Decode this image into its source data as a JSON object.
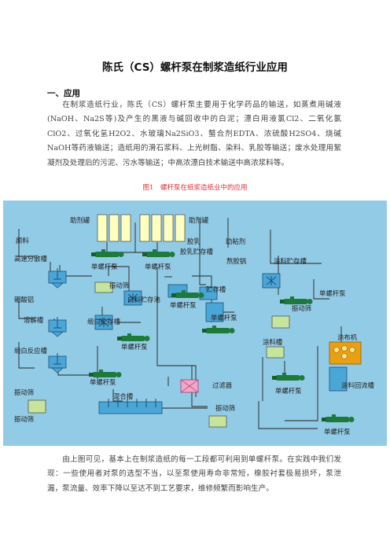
{
  "title": "陈氏（CS）螺杆泵在制浆造纸行业应用",
  "section_heading": "一、应用",
  "intro_paragraph": "在制浆造纸行业，陈氏（CS）螺杆泵主要用于化学药品的输送，如蒸煮用碱液(NaOH、Na2S等)及产生的黑液与碱回收中的白泥；漂白用液氯Cl2、二氧化氯ClO2、过氧化氢H2O2、水玻璃Na2SiO3、螯合剂EDTA、浓硫酸H2SO4、烧碱NaOH等药液输送；造纸用的滑石浆料、上光树脂、染料、乳胶等输送；废水处理用絮凝剂及处理后的污泥、污水等输送；中高浓漂白技术输送中高浓浆料等。",
  "figure_caption": "图1　螺杆泵在纸浆造纸业中的应用",
  "diagram_labels": {
    "additive_tank_1": "助剂罐",
    "additive_tank_2": "助剂罐",
    "pigment": "颜料",
    "high_speed_disperser": "高速分散槽",
    "pump_1": "单螺杆泵",
    "pump_2": "单螺杆泵",
    "latex": "胶乳",
    "adhesive": "助粘剂",
    "latex_storage": "胶乳贮存槽",
    "adhesive_kettle": "熬胶锅",
    "coating_storage": "涂料贮存槽",
    "pump_3": "单螺杆泵",
    "vibrating_screen_1": "振动筛",
    "white_storage_pool": "白料贮存池",
    "storage_tank": "贮存槽",
    "vibrating_screen_2": "振动筛",
    "ammonium_salt": "硼酸铝",
    "dissolving_tank": "溶解槽",
    "satin_white_storage": "缎白贮存槽",
    "pump_4": "单螺杆泵",
    "pump_5": "单螺杆泵",
    "pump_6": "单螺杆泵",
    "coating_tank": "涂料槽",
    "coater": "涂布机",
    "satin_white_reactor": "缎白反应槽",
    "pump_7": "单螺杆泵",
    "filter": "过滤器",
    "coating_return_tank": "涂料回流槽",
    "vibrating_screen_3": "振动筛",
    "mixing_tank": "混合槽",
    "pump_8": "单螺杆泵",
    "vibrating_screen_4": "振动筛",
    "vibrating_screen_5": "振动筛",
    "pump_9": "单螺杆泵",
    "background_color": "#92cbe6",
    "pump_color": "#1e7a3c",
    "tank_color": "#4aa6d6",
    "additive_color": "#ffffbf",
    "screen_color": "#c4e59b",
    "filter_color": "#f4a6c8",
    "coater_color": "#e8a013"
  },
  "closing_paragraph": "由上图可见，基本上在制浆造纸的每一工段都可利用到单螺杆泵。在实践中我们发现：一些使用者对泵的选型不当，以至泵使用寿命非常短，橡胶衬套极易损坏，泵泄漏，泵流量、效率下降以至达不到工艺要求，维修频繁而影响生产。"
}
